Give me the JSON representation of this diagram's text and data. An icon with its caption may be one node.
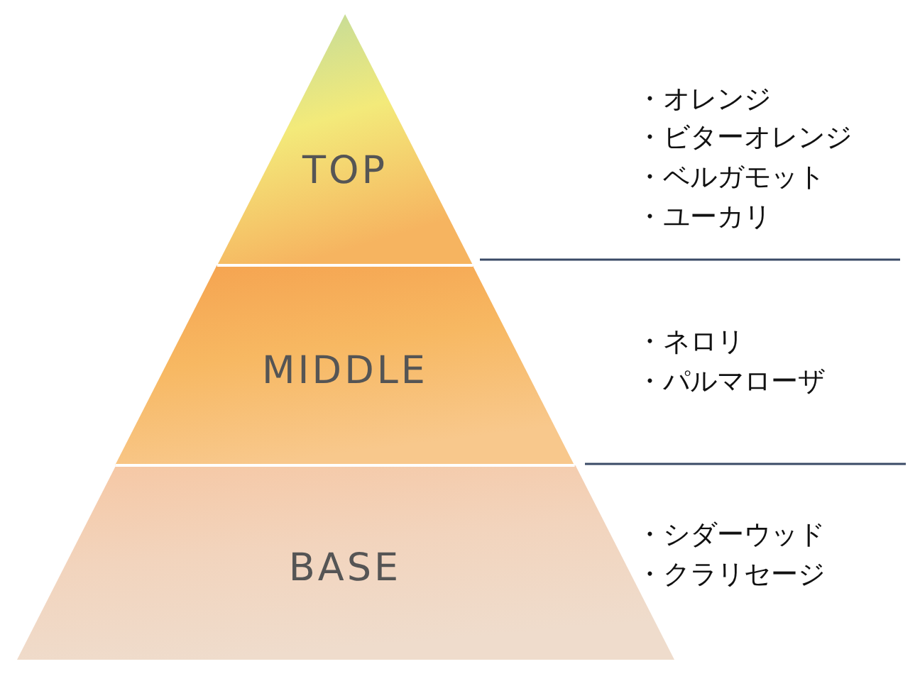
{
  "diagram": {
    "nodes": [
      {
        "text": [
          "TOP"
        ]
      },
      {
        "text": [
          "MIDDLE"
        ]
      },
      {
        "text": [
          "BASE"
        ]
      }
    ],
    "labels": [
      "・オレンジ",
      "・ビターオレンジ",
      "・ベルガモット",
      "・ユーカリ",
      "・ネロリ",
      "・パルマローザ",
      "・シダーウッド",
      "・クラリセージ"
    ]
  }
}
